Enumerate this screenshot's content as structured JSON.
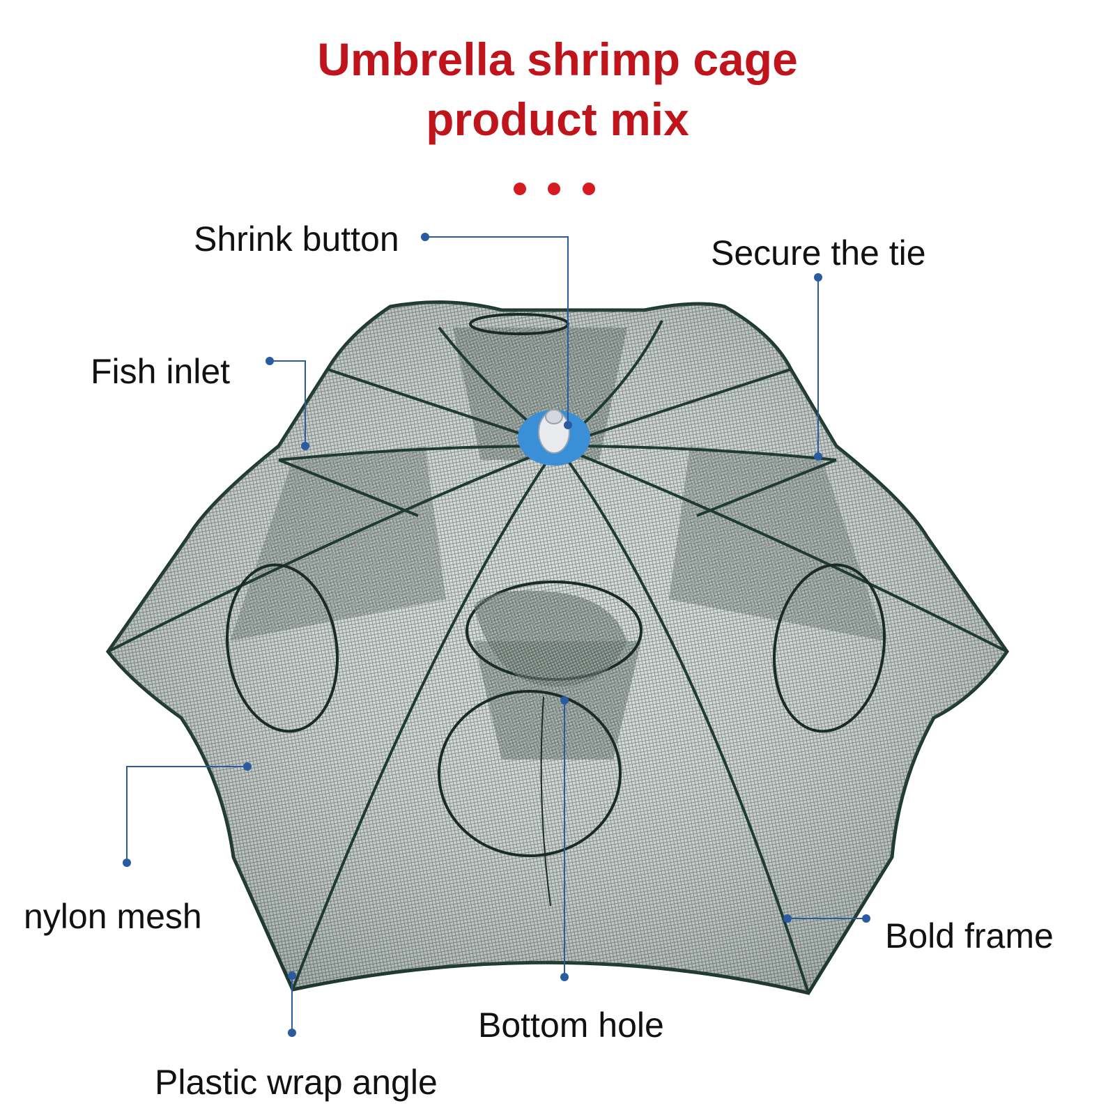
{
  "title": {
    "line1": "Umbrella shrimp cage",
    "line2": "product mix"
  },
  "colors": {
    "title": "#c0141c",
    "dots": "#d71920",
    "callout": "#2a5aa0",
    "mesh": "#1f3a30"
  },
  "callouts": {
    "shrink_button": "Shrink button",
    "secure_tie": "Secure the tie",
    "fish_inlet": "Fish inlet",
    "nylon_mesh": "nylon mesh",
    "bold_frame": "Bold frame",
    "bottom_hole": "Bottom hole",
    "plastic_wrap_angle": "Plastic wrap angle"
  }
}
